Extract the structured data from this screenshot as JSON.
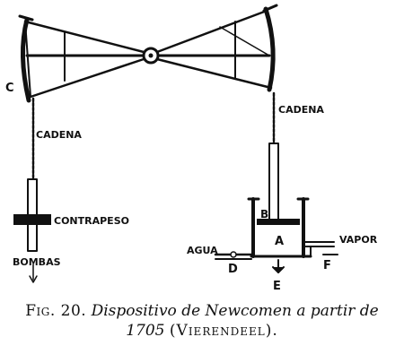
{
  "labels": {
    "c": "C",
    "cadena_left": "CADENA",
    "cadena_right": "CADENA",
    "contrapeso": "CONTRAPESO",
    "bombas": "BOMBAS",
    "b": "B",
    "a": "A",
    "agua": "AGUA",
    "vapor": "VAPOR",
    "d": "D",
    "e": "E",
    "f": "F"
  },
  "caption": {
    "fig": "Fig. 20.",
    "title": "Dispositivo de Newcomen a partir de",
    "year": "1705",
    "author": "(Vierendeel)."
  }
}
